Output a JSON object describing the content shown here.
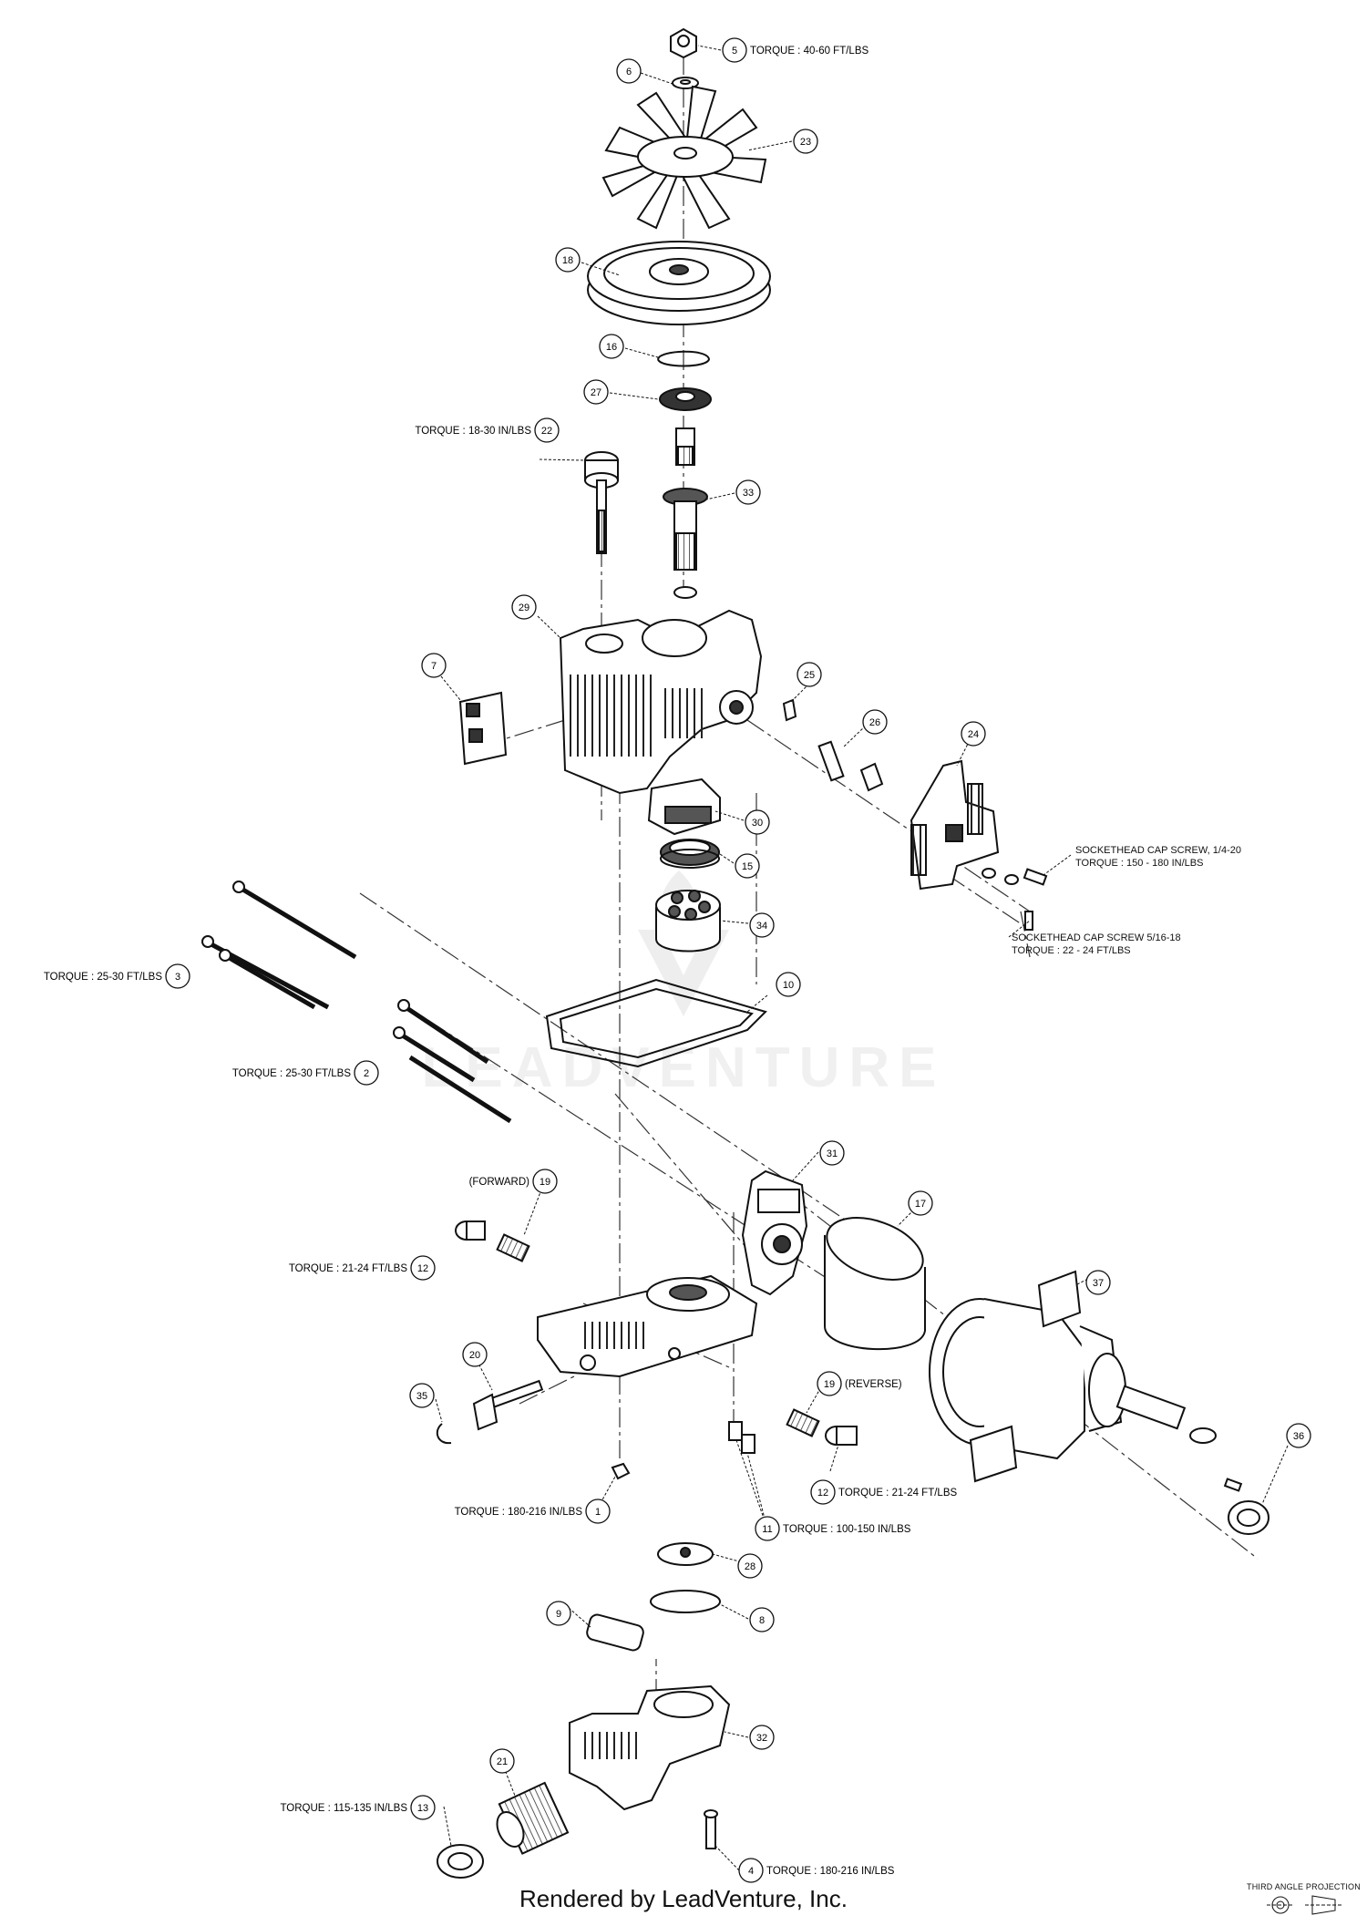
{
  "diagram": {
    "callouts": [
      {
        "id": "5",
        "note": "TORQUE : 40-60 FT/LBS"
      },
      {
        "id": "6",
        "note": ""
      },
      {
        "id": "23",
        "note": ""
      },
      {
        "id": "18",
        "note": ""
      },
      {
        "id": "16",
        "note": ""
      },
      {
        "id": "27",
        "note": ""
      },
      {
        "id": "22",
        "note": "TORQUE : 18-30 IN/LBS"
      },
      {
        "id": "33",
        "note": ""
      },
      {
        "id": "29",
        "note": ""
      },
      {
        "id": "7",
        "note": ""
      },
      {
        "id": "25",
        "note": ""
      },
      {
        "id": "26",
        "note": ""
      },
      {
        "id": "24",
        "note": ""
      },
      {
        "id": "30",
        "note": ""
      },
      {
        "id": "15",
        "note": ""
      },
      {
        "id": "34",
        "note": ""
      },
      {
        "id": "3",
        "note": "TORQUE : 25-30 FT/LBS"
      },
      {
        "id": "10",
        "note": ""
      },
      {
        "id": "2",
        "note": "TORQUE : 25-30 FT/LBS"
      },
      {
        "id": "31",
        "note": ""
      },
      {
        "id": "19a",
        "label": "19",
        "note": "(FORWARD)"
      },
      {
        "id": "12a",
        "label": "12",
        "note": "TORQUE : 21-24 FT/LBS"
      },
      {
        "id": "17",
        "note": ""
      },
      {
        "id": "37",
        "note": ""
      },
      {
        "id": "20",
        "note": ""
      },
      {
        "id": "35",
        "note": ""
      },
      {
        "id": "19b",
        "label": "19",
        "note": "(REVERSE)"
      },
      {
        "id": "36",
        "note": ""
      },
      {
        "id": "12b",
        "label": "12",
        "note": "TORQUE : 21-24 FT/LBS"
      },
      {
        "id": "1",
        "note": "TORQUE : 180-216 IN/LBS"
      },
      {
        "id": "11",
        "note": "TORQUE : 100-150 IN/LBS"
      },
      {
        "id": "28",
        "note": ""
      },
      {
        "id": "9",
        "note": ""
      },
      {
        "id": "8",
        "note": ""
      },
      {
        "id": "32",
        "note": ""
      },
      {
        "id": "21",
        "note": ""
      },
      {
        "id": "13",
        "note": "TORQUE : 115-135 IN/LBS"
      },
      {
        "id": "4",
        "note": "TORQUE : 180-216 IN/LBS"
      }
    ],
    "screw_notes": [
      {
        "line1": "SOCKETHEAD CAP SCREW, 1/4-20",
        "line2": "TORQUE : 150 - 180 IN/LBS"
      },
      {
        "line1": "SOCKETHEAD CAP SCREW 5/16-18",
        "line2": "TORQUE : 22 - 24 FT/LBS"
      }
    ],
    "watermark": "LEADVENTURE",
    "footer": "Rendered by LeadVenture, Inc.",
    "projection_label": "THIRD ANGLE PROJECTION"
  }
}
